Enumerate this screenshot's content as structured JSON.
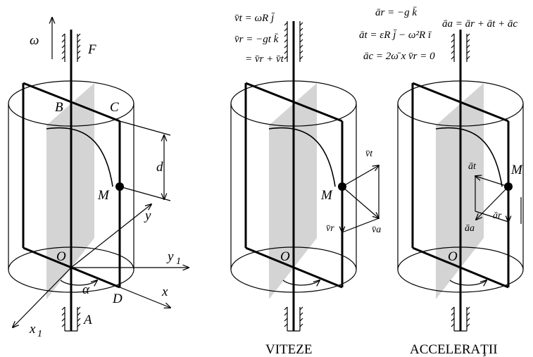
{
  "figure1": {
    "labels": {
      "omega": "ω",
      "F": "F",
      "B": "B",
      "C": "C",
      "d": "d",
      "M": "M",
      "y": "y",
      "O": "O",
      "y1": "y",
      "y1_sub": "1",
      "x": "x",
      "alpha": "α",
      "D": "D",
      "A": "A",
      "x1": "x",
      "x1_sub": "1"
    }
  },
  "figure2": {
    "caption": "VITEZE",
    "equations": {
      "vt": "v̄t = ωR j̄",
      "vr": "v̄r = −gt k̄",
      "va": "= v̄r + v̄t"
    },
    "labels": {
      "M": "M",
      "O": "O",
      "vt": "v̄t",
      "vr": "v̄r",
      "va": "v̄a"
    }
  },
  "figure3": {
    "caption": "ACCELERAŢII",
    "equations": {
      "ar": "ār = −g k̄",
      "at": "āt = εR j̄ − ω²R ī",
      "ac": "āc = 2ω̄ x v̄r = 0",
      "aa": "āa = ār + āt + āc"
    },
    "labels": {
      "M": "M",
      "O": "O",
      "at": "āt",
      "ar": "ār",
      "aa": "āa"
    }
  }
}
